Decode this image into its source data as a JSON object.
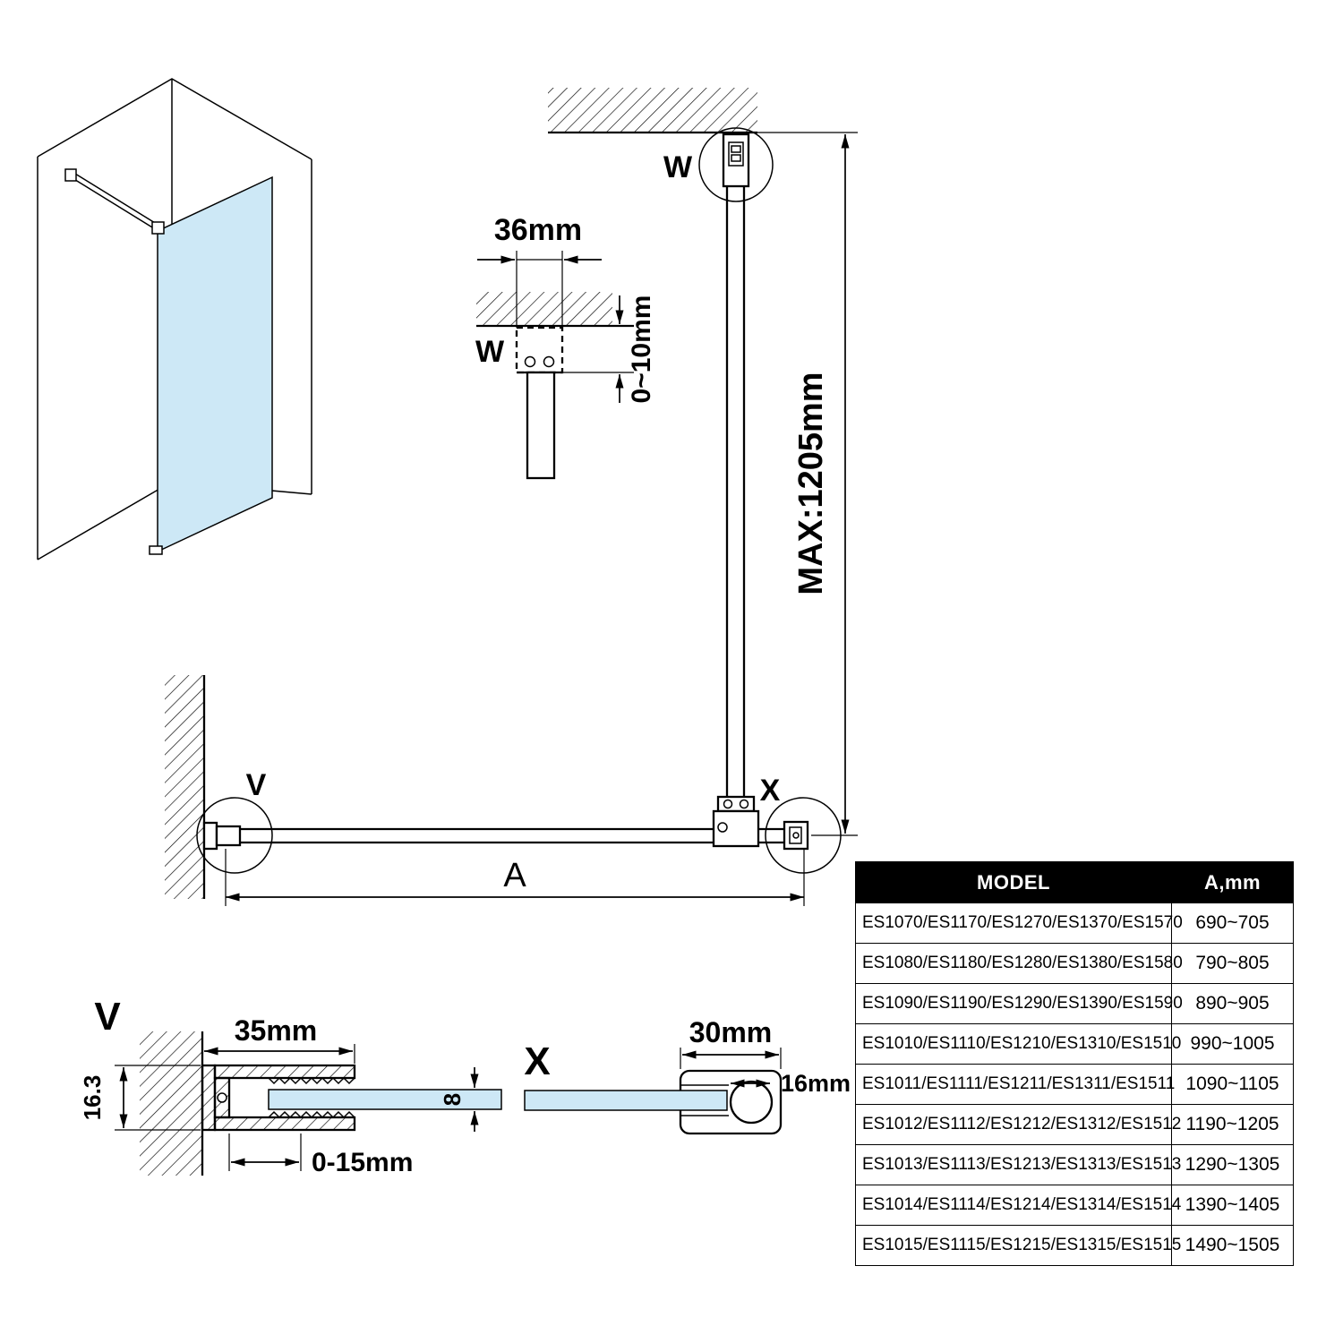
{
  "colors": {
    "glass": "#cde8f6",
    "line": "#000000",
    "table_header_bg": "#000000",
    "table_header_text": "#ffffff"
  },
  "labels": {
    "detail_w": "W",
    "detail_v": "V",
    "detail_x": "X"
  },
  "dims": {
    "bracket_width": "36mm",
    "ceiling_gap": "0~10mm",
    "bar_max": "MAX:1205mm",
    "glass_width": "A",
    "profile_height": "16.3",
    "profile_width": "35mm",
    "adjustment": "0-15mm",
    "glass_thickness": "8",
    "clamp_width": "30mm",
    "bar_diameter": "16mm"
  },
  "table": {
    "headers": [
      "MODEL",
      "A,mm"
    ],
    "rows": [
      {
        "model": "ES1070/ES1170/ES1270/ES1370/ES1570",
        "a": "690~705"
      },
      {
        "model": "ES1080/ES1180/ES1280/ES1380/ES1580",
        "a": "790~805"
      },
      {
        "model": "ES1090/ES1190/ES1290/ES1390/ES1590",
        "a": "890~905"
      },
      {
        "model": "ES1010/ES1110/ES1210/ES1310/ES1510",
        "a": "990~1005"
      },
      {
        "model": "ES1011/ES1111/ES1211/ES1311/ES1511",
        "a": "1090~1105"
      },
      {
        "model": "ES1012/ES1112/ES1212/ES1312/ES1512",
        "a": "1190~1205"
      },
      {
        "model": "ES1013/ES1113/ES1213/ES1313/ES1513",
        "a": "1290~1305"
      },
      {
        "model": "ES1014/ES1114/ES1214/ES1314/ES1514",
        "a": "1390~1405"
      },
      {
        "model": "ES1015/ES1115/ES1215/ES1315/ES1515",
        "a": "1490~1505"
      }
    ]
  }
}
